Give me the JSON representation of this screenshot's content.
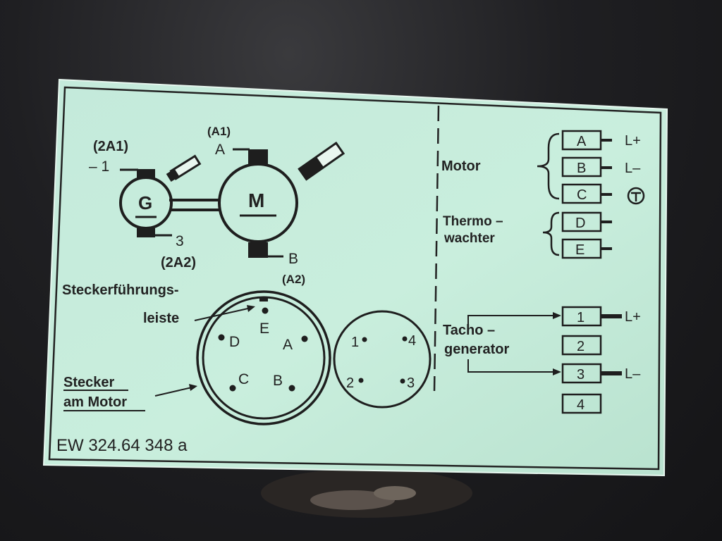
{
  "motor_diagram": {
    "label_a1_paren": "(A1)",
    "label_a": "A",
    "label_2a1_paren": "(2A1)",
    "label_minus_1": "– 1",
    "label_g": "G",
    "label_m": "M",
    "label_3": "3",
    "label_2a2_paren": "(2A2)",
    "label_b": "B",
    "label_a2_paren": "(A2)"
  },
  "connector": {
    "title_line1": "Steckerführungs-",
    "title_line2": "leiste",
    "caption_line1": "Stecker",
    "caption_line2": "am Motor",
    "pins_large": [
      "E",
      "D",
      "A",
      "C",
      "B"
    ],
    "pins_small": [
      "1",
      "4",
      "2",
      "3"
    ]
  },
  "terminals": {
    "motor_label": "Motor",
    "thermo_line1": "Thermo –",
    "thermo_line2": "wachter",
    "tacho_line1": "Tacho –",
    "tacho_line2": "generator",
    "motor_boxes": [
      "A",
      "B",
      "C"
    ],
    "motor_signs": [
      "L+",
      "L–",
      "⏚"
    ],
    "thermo_boxes": [
      "D",
      "E"
    ],
    "tacho_boxes": [
      "1",
      "2",
      "3",
      "4"
    ],
    "tacho_signs": [
      "L+",
      "L–"
    ]
  },
  "part_number": "EW 324.64 348 a",
  "colors": {
    "label_bg": "#c9ecda",
    "ink": "#1e1e1e"
  }
}
